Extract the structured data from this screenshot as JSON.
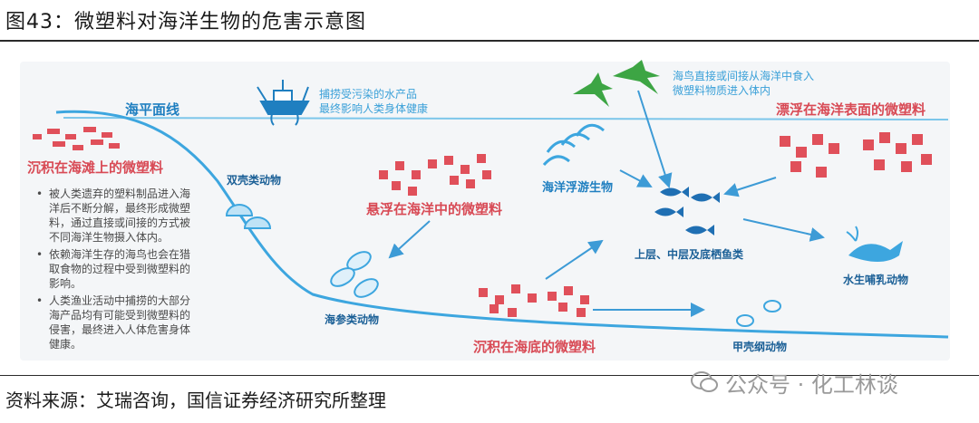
{
  "header": {
    "title": "图43：微塑料对海洋生物的危害示意图"
  },
  "footer": {
    "source": "资料来源：艾瑞咨询，国信证券经济研究所整理",
    "watermark": "公众号 · 化工林谈"
  },
  "diagram": {
    "sea_level_label": "海平面线",
    "fishing_note": [
      "捕捞受污染的水产品",
      "最终影响人类身体健康"
    ],
    "seabird_note": [
      "海鸟直接或间接从海洋中食入",
      "微塑料物质进入体内"
    ],
    "floating_label": "漂浮在海洋表面的微塑料",
    "beach_label": "沉积在海滩上的微塑料",
    "suspended_label": "悬浮在海洋中的微塑料",
    "seabed_label": "沉积在海底的微塑料",
    "bivalves_label": "双壳类动物",
    "sea_cucumber_label": "海参类动物",
    "plankton_label": "海洋浮游生物",
    "fish_label": "上层、中层及底栖鱼类",
    "mammal_label": "水生哺乳动物",
    "crustacean_label": "甲壳纲动物",
    "notes": [
      "被人类遗弃的塑料制品进入海洋后不断分解，最终形成微塑料，通过直接或间接的方式被不同海洋生物摄入体内。",
      "依赖海洋生存的海鸟也会在猎取食物的过程中受到微塑料的影响。",
      "人类渔业活动中捕捞的大部分海产品均有可能受到微塑料的侵害，最终进入人体危害身体健康。"
    ]
  },
  "colors": {
    "accent_blue": "#1f7fc0",
    "plastic_red": "#e0505a",
    "sea_line": "#7cc6ea"
  }
}
